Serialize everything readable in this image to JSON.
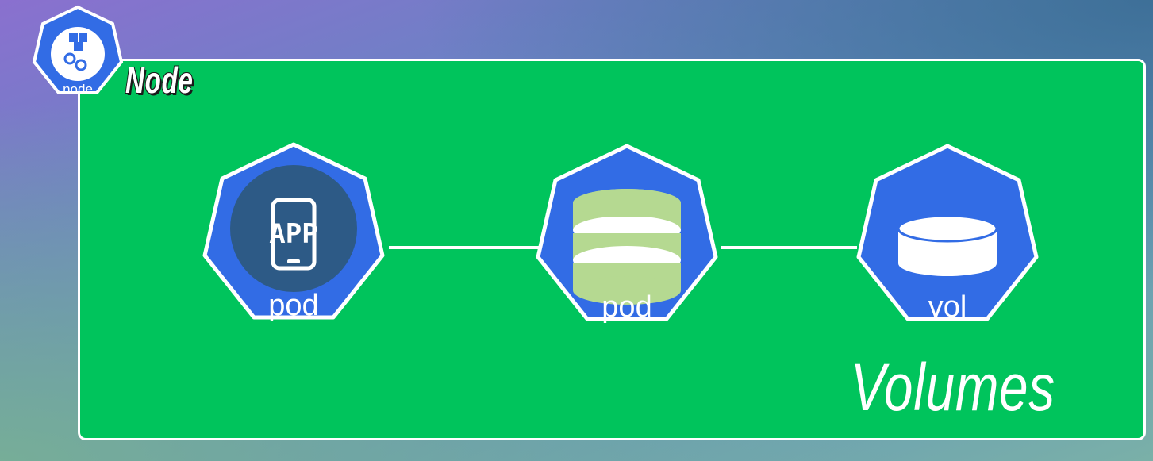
{
  "diagram": {
    "node_badge_label": "node",
    "node_title": "Node",
    "volumes_title": "Volumes",
    "colors": {
      "node_area": "#00c45c",
      "hexagon_fill": "#326ce5",
      "db_fill": "#b5d991",
      "outline": "#ffffff"
    },
    "components": [
      {
        "label": "pod",
        "icon": "app-icon",
        "app_text": "APP"
      },
      {
        "label": "pod",
        "icon": "database-icon"
      },
      {
        "label": "vol",
        "icon": "volume-disk-icon"
      }
    ]
  }
}
